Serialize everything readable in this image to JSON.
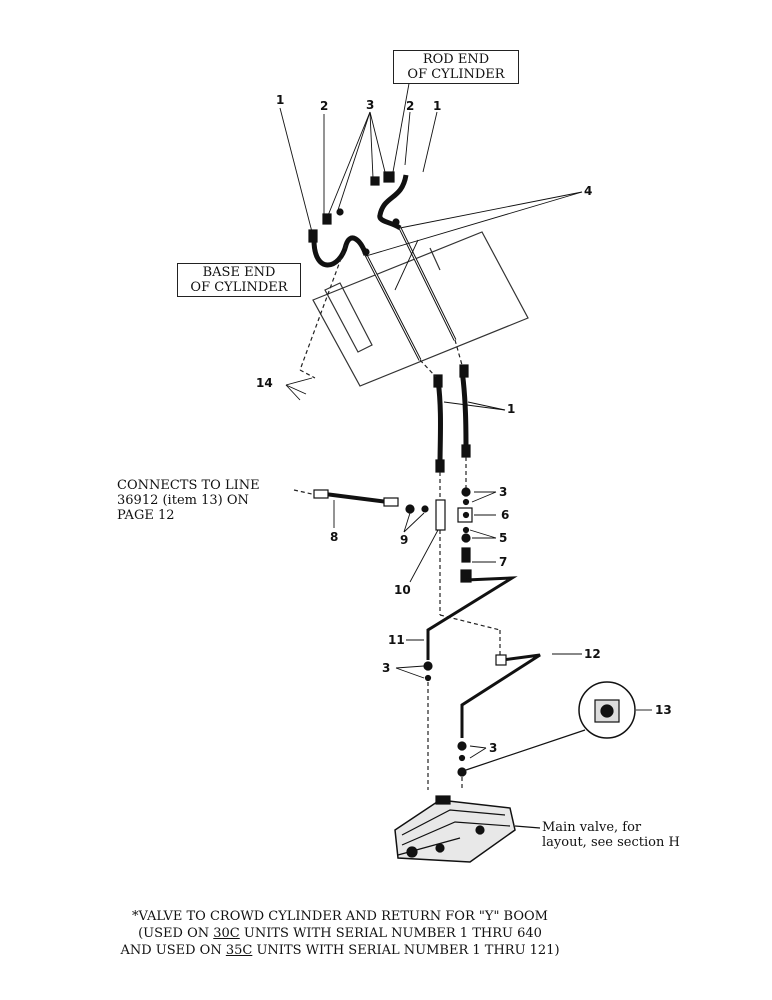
{
  "labels": {
    "rod_end": [
      "ROD END",
      "OF CYLINDER"
    ],
    "base_end": [
      "BASE END",
      "OF CYLINDER"
    ],
    "connects_to": [
      "CONNECTS TO LINE",
      "36912 (item 13) ON",
      "PAGE 12"
    ],
    "main_valve": [
      "Main valve, for",
      "layout, see section H"
    ]
  },
  "callouts": {
    "c1a": "1",
    "c2a": "2",
    "c3a": "3",
    "c2b": "2",
    "c1b": "1",
    "c4": "4",
    "c14": "14",
    "c1c": "1",
    "c3b": "3",
    "c6": "6",
    "c5": "5",
    "c7": "7",
    "c8": "8",
    "c9": "9",
    "c10": "10",
    "c11": "11",
    "c12": "12",
    "c3c": "3",
    "c13": "13",
    "c3d": "3"
  },
  "caption": {
    "line1": "*VALVE TO CROWD CYLINDER AND RETURN FOR \"Y\" BOOM",
    "line2_pre": "(USED ON ",
    "line2_u": "30C",
    "line2_post": " UNITS WITH SERIAL NUMBER 1 THRU 640",
    "line3_pre": "AND USED ON ",
    "line3_u": "35C",
    "line3_post": " UNITS WITH SERIAL NUMBER 1 THRU 121)"
  }
}
